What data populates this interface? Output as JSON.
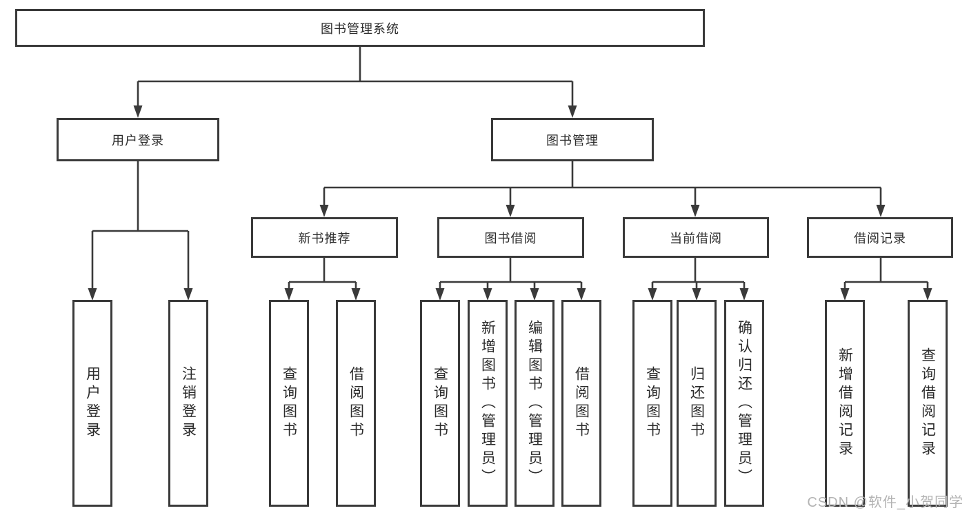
{
  "diagram": {
    "root": "图书管理系统",
    "level2": [
      "用户登录",
      "图书管理"
    ],
    "level3": [
      "新书推荐",
      "图书借阅",
      "当前借阅",
      "借阅记录"
    ],
    "user_login_children": [
      "用户登录",
      "注销登录"
    ],
    "new_book_children": [
      "查询图书",
      "借阅图书"
    ],
    "book_borrow_children": [
      "查询图书",
      "新增图书（管理员）",
      "编辑图书（管理员）",
      "借阅图书"
    ],
    "current_borrow_children": [
      "查询图书",
      "归还图书",
      "确认归还（管理员）"
    ],
    "borrow_record_children": [
      "新增借阅记录",
      "查询借阅记录"
    ]
  },
  "watermark": "CSDN @软件_小贺同学",
  "colors": {
    "line": "#3a3a3a",
    "border": "#3a3a3a",
    "text": "#2b2b2b",
    "watermark": "#b3b3b3",
    "background": "#ffffff"
  }
}
